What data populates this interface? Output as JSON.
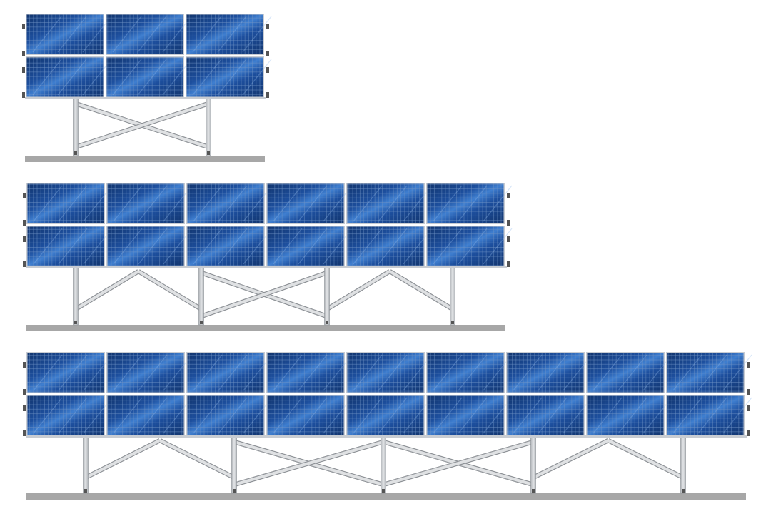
{
  "diagram": {
    "colors": {
      "background": "#ffffff",
      "panel_dark": "#12356e",
      "panel_mid": "#1d4f9e",
      "panel_light": "#3f7fd0",
      "cell_line": "#6f93c4",
      "frame": "#c8ccd2",
      "steel": "#c9cccf",
      "steel_edge": "#8d9196",
      "ground": "#a7a7a7",
      "clamp": "#555555"
    },
    "arrays": [
      {
        "name": "array-3-modules",
        "columns": 3,
        "rows": 2,
        "posts": 2,
        "bracing": [
          "x"
        ]
      },
      {
        "name": "array-6-modules",
        "columns": 6,
        "rows": 2,
        "posts": 4,
        "bracing": [
          "v",
          "x",
          "v"
        ]
      },
      {
        "name": "array-9-modules",
        "columns": 9,
        "rows": 2,
        "posts": 5,
        "bracing": [
          "v",
          "x",
          "x",
          "v"
        ]
      }
    ]
  }
}
